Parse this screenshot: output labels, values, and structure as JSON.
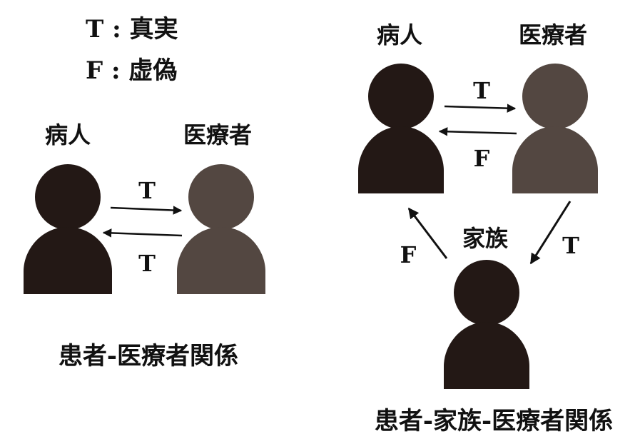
{
  "legend": {
    "true_line": "T : 真実",
    "false_line": "F : 虚偽"
  },
  "left_diagram": {
    "patient_label": "病人",
    "provider_label": "医療者",
    "arrow_top_label": "T",
    "arrow_bottom_label": "T",
    "caption": "患者-医療者関係"
  },
  "right_diagram": {
    "patient_label": "病人",
    "provider_label": "医療者",
    "family_label": "家族",
    "arrow_top_label": "T",
    "arrow_bottom_label": "F",
    "arrow_family_to_patient_label": "F",
    "arrow_provider_to_family_label": "T",
    "caption": "患者-家族-医療者関係"
  },
  "colors": {
    "patient": "#231815",
    "provider": "#534741",
    "family": "#231815",
    "text": "#111111",
    "arrow": "#111111"
  }
}
